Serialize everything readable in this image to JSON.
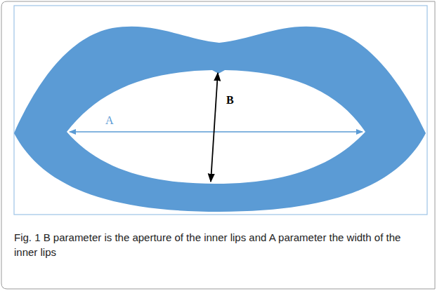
{
  "diagram": {
    "caption": "Fig. 1 B parameter is the aperture of the inner lips and A parameter the width of the inner lips",
    "labels": [
      "A",
      "B"
    ]
  }
}
